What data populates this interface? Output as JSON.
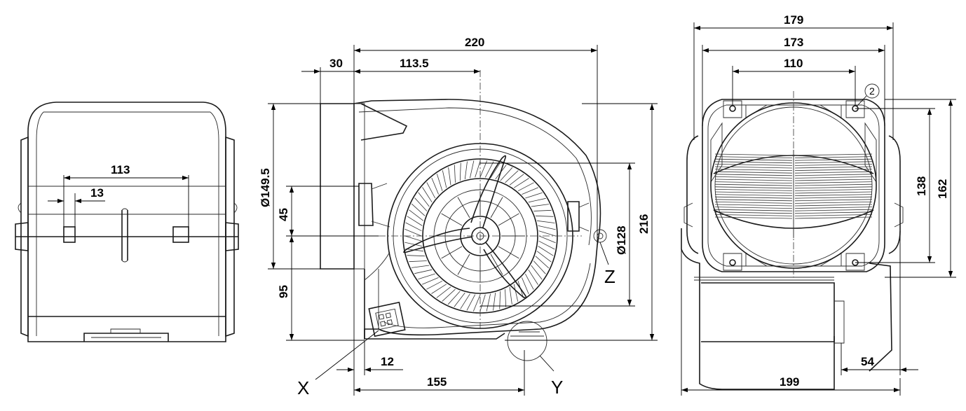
{
  "dimensions": {
    "side_width": "113",
    "side_tab": "13",
    "front_total_width": "220",
    "front_inlet_depth": "30",
    "front_axis_offset": "113.5",
    "front_outlet_dia": "Ø149.5",
    "front_axis_height": "45",
    "front_lower_height": "95",
    "front_impeller_dia": "Ø128",
    "front_total_height": "216",
    "front_bottom_offset": "12",
    "front_bottom_width": "155",
    "rear_outer_width": "179",
    "rear_mount_outer": "173",
    "rear_mount_inner": "110",
    "rear_hole_height": "138",
    "rear_flange_height": "162",
    "rear_total_width": "199",
    "rear_motor_width": "54"
  },
  "markers": {
    "x": "X",
    "y": "Y",
    "z": "Z",
    "item_2": "2"
  }
}
